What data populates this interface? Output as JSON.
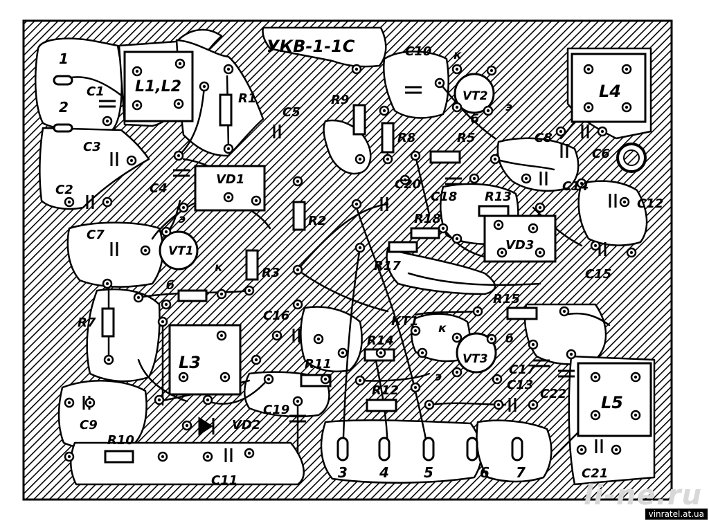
{
  "title": "УКВ-1-1С",
  "components": {
    "L1L2": "L1,L2",
    "L3": "L3",
    "L4": "L4",
    "L5": "L5",
    "VD1": "VD1",
    "VD2": "VD2",
    "VD3": "VD3",
    "VT1": "VT1",
    "VT2": "VT2",
    "VT3": "VT3",
    "R1": "R1",
    "R2": "R2",
    "R3": "R3",
    "R5": "R5",
    "R7": "R7",
    "R8": "R8",
    "R9": "R9",
    "R10": "R10",
    "R11": "R11",
    "R12": "R12",
    "R13": "R13",
    "R14": "R14",
    "R15": "R15",
    "R17": "R17",
    "R18": "R18",
    "C1": "C1",
    "C2": "C2",
    "C3": "C3",
    "C4": "C4",
    "C5": "C5",
    "C6": "C6",
    "C7": "C7",
    "C8": "C8",
    "C9": "C9",
    "C10": "C10",
    "C11": "C11",
    "C12": "C12",
    "C13": "C13",
    "C14": "C14",
    "C15": "C15",
    "C16": "C16",
    "C17": "C17",
    "C18": "C18",
    "C19": "C19",
    "C20": "C20",
    "C21": "C21",
    "C22": "C22",
    "KT1": "КТ1"
  },
  "pins": {
    "VT1_e": "э",
    "VT1_b": "б",
    "VT1_k": "к",
    "VT2_k": "к",
    "VT2_b": "б",
    "VT2_e": "э",
    "VT3_k": "к",
    "VT3_b": "б",
    "VT3_e": "э"
  },
  "terminals": [
    "1",
    "2",
    "3",
    "4",
    "5",
    "6",
    "7"
  ],
  "watermark": "li-ne.ru",
  "watermark_source": "vinratel.at.ua"
}
